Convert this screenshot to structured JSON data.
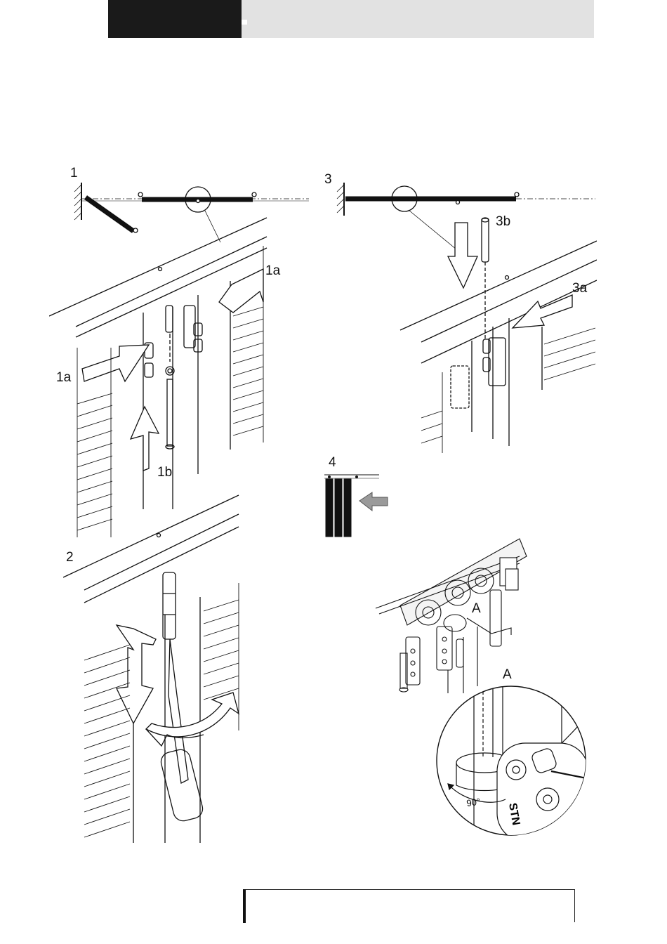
{
  "steps": {
    "s1": "1",
    "s1a_right": "1a",
    "s1a_left": "1a",
    "s1b": "1b",
    "s2": "2",
    "s3": "3",
    "s3a": "3a",
    "s3b": "3b",
    "s4": "4",
    "detail_marker": "A",
    "detail_title": "A",
    "angle": "90°",
    "stamp": "STN"
  },
  "colors": {
    "header_dark": "#1a1a1a",
    "header_light": "#e2e2e2",
    "arrow_grey": "#9a9a9a"
  }
}
